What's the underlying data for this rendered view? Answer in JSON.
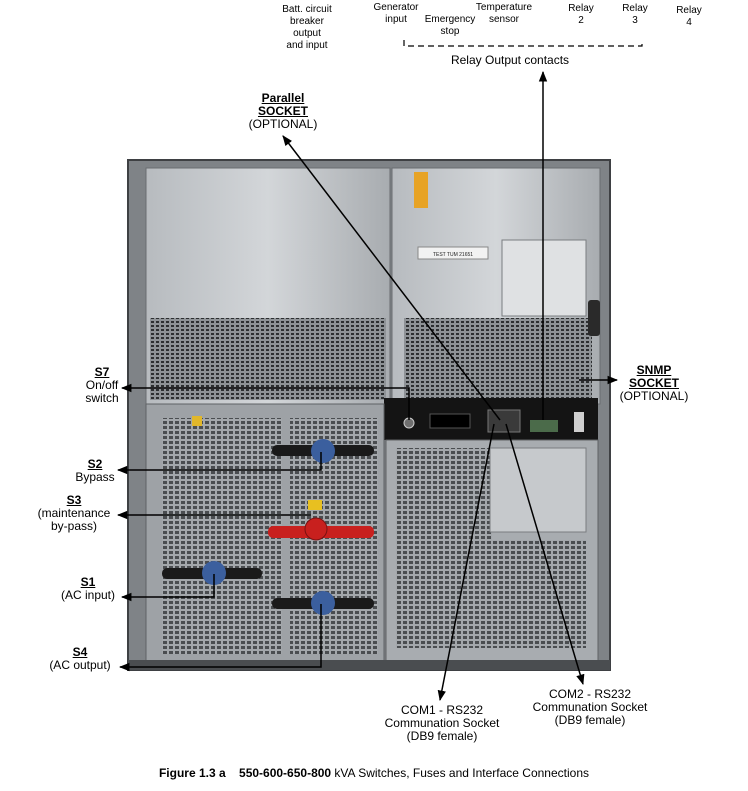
{
  "top_labels": {
    "batt_breaker": [
      "Batt. circuit",
      "breaker",
      "output",
      "and input"
    ],
    "generator": [
      "Generator",
      "input"
    ],
    "temperature": [
      "Temperature",
      "sensor"
    ],
    "emergency": [
      "Emergency",
      "stop"
    ],
    "relay2": [
      "Relay",
      "2"
    ],
    "relay3": [
      "Relay",
      "3"
    ],
    "relay4": [
      "Relay",
      "4"
    ]
  },
  "relay_output": "Relay Output contacts",
  "parallel_socket": {
    "title": [
      "Parallel",
      "SOCKET"
    ],
    "note": "(OPTIONAL)"
  },
  "snmp_socket": {
    "title": [
      "SNMP",
      "SOCKET"
    ],
    "note": "(OPTIONAL)"
  },
  "left_labels": {
    "s7": {
      "id": "S7",
      "desc": [
        "On/off",
        "switch"
      ]
    },
    "s2": {
      "id": "S2",
      "desc": [
        "Bypass"
      ]
    },
    "s3": {
      "id": "S3",
      "desc": [
        "(maintenance",
        "by-pass)"
      ]
    },
    "s1": {
      "id": "S1",
      "desc": [
        "(AC input)"
      ]
    },
    "s4": {
      "id": "S4",
      "desc": [
        "(AC output)"
      ]
    }
  },
  "com1": [
    "COM1 - RS232",
    "Communation Socket",
    "(DB9 female)"
  ],
  "com2": [
    "COM2 - RS232",
    "Communation Socket",
    "(DB9 female)"
  ],
  "panel_sticker": "TEST TUM  21651",
  "caption": {
    "prefix": "Figure  1.3 a",
    "bold": "550-600-650-800",
    "rest": " kVA Switches, Fuses and Interface Connections"
  },
  "colors": {
    "cabinet": "#9a9ea3",
    "cabinet_dark": "#5e6165",
    "panel_black": "#141414",
    "red_handle": "#c8201e",
    "black_handle": "#1a1a1a",
    "blue_knob": "#3b5f9e"
  }
}
